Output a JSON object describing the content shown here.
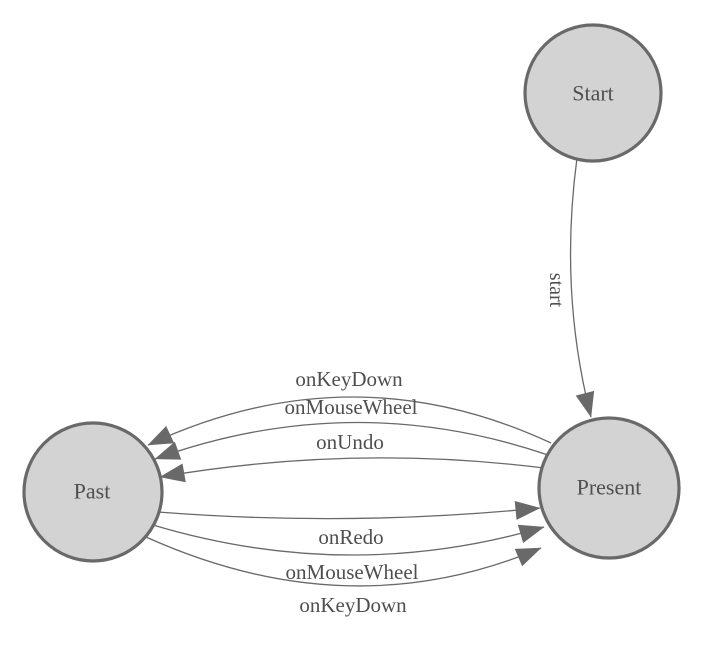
{
  "diagram": {
    "type": "state-machine",
    "colors": {
      "background": "#ffffff",
      "node_fill": "#d3d3d3",
      "node_border": "#696969",
      "edge_stroke": "#696969",
      "arrow_fill": "#696969",
      "label_text": "#4f4f4f"
    },
    "states": [
      {
        "id": "start",
        "label": "Start"
      },
      {
        "id": "past",
        "label": "Past"
      },
      {
        "id": "present",
        "label": "Present"
      }
    ],
    "transitions": [
      {
        "from": "Start",
        "to": "Present",
        "label": "start"
      },
      {
        "from": "Present",
        "to": "Past",
        "label": "onKeyDown"
      },
      {
        "from": "Present",
        "to": "Past",
        "label": "onMouseWheel"
      },
      {
        "from": "Present",
        "to": "Past",
        "label": "onUndo"
      },
      {
        "from": "Past",
        "to": "Present",
        "label": "onRedo"
      },
      {
        "from": "Past",
        "to": "Present",
        "label": "onMouseWheel"
      },
      {
        "from": "Past",
        "to": "Present",
        "label": "onKeyDown"
      }
    ]
  }
}
